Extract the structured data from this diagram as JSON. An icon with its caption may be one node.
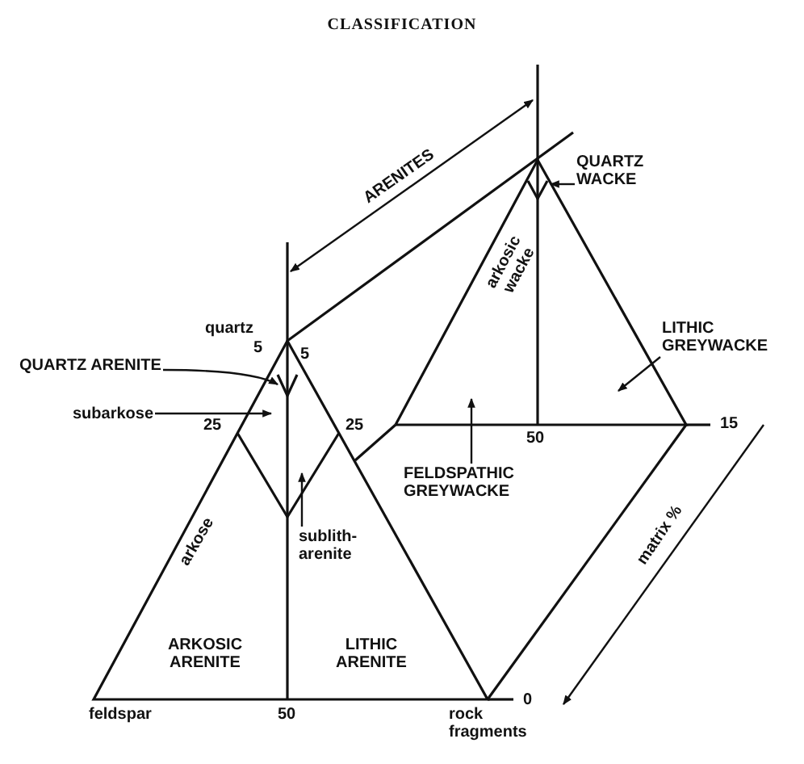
{
  "diagram": {
    "title": "CLASSIFICATION",
    "nodes": [
      {
        "text": [
          "QUARTZ WACKE"
        ]
      },
      {
        "text": [
          "LITHIC GREYWACKE"
        ]
      },
      {
        "text": [
          "QUARTZ ARENITE"
        ]
      },
      {
        "text": [
          "subarkose"
        ]
      },
      {
        "text": [
          "FELDSPATHIC GREYWACKE"
        ]
      },
      {
        "text": [
          "sublith-arenite"
        ]
      }
    ],
    "edges": [
      {
        "from": 0,
        "to": null,
        "arrow": "to"
      },
      {
        "from": 1,
        "to": null,
        "arrow": "to"
      },
      {
        "from": 2,
        "to": null,
        "arrow": "to"
      },
      {
        "from": 3,
        "to": null,
        "arrow": "to"
      },
      {
        "from": 4,
        "to": null,
        "arrow": "to"
      },
      {
        "from": 5,
        "to": null,
        "arrow": "to"
      }
    ],
    "labels": [
      "ARENITES",
      "arkosic wacke",
      "quartz",
      "5",
      "5",
      "25",
      "25",
      "50",
      "15",
      "arkose",
      "matrix %",
      "ARKOSIC ARENITE",
      "LITHIC ARENITE",
      "feldspar",
      "50",
      "0",
      "rock fragments"
    ]
  }
}
